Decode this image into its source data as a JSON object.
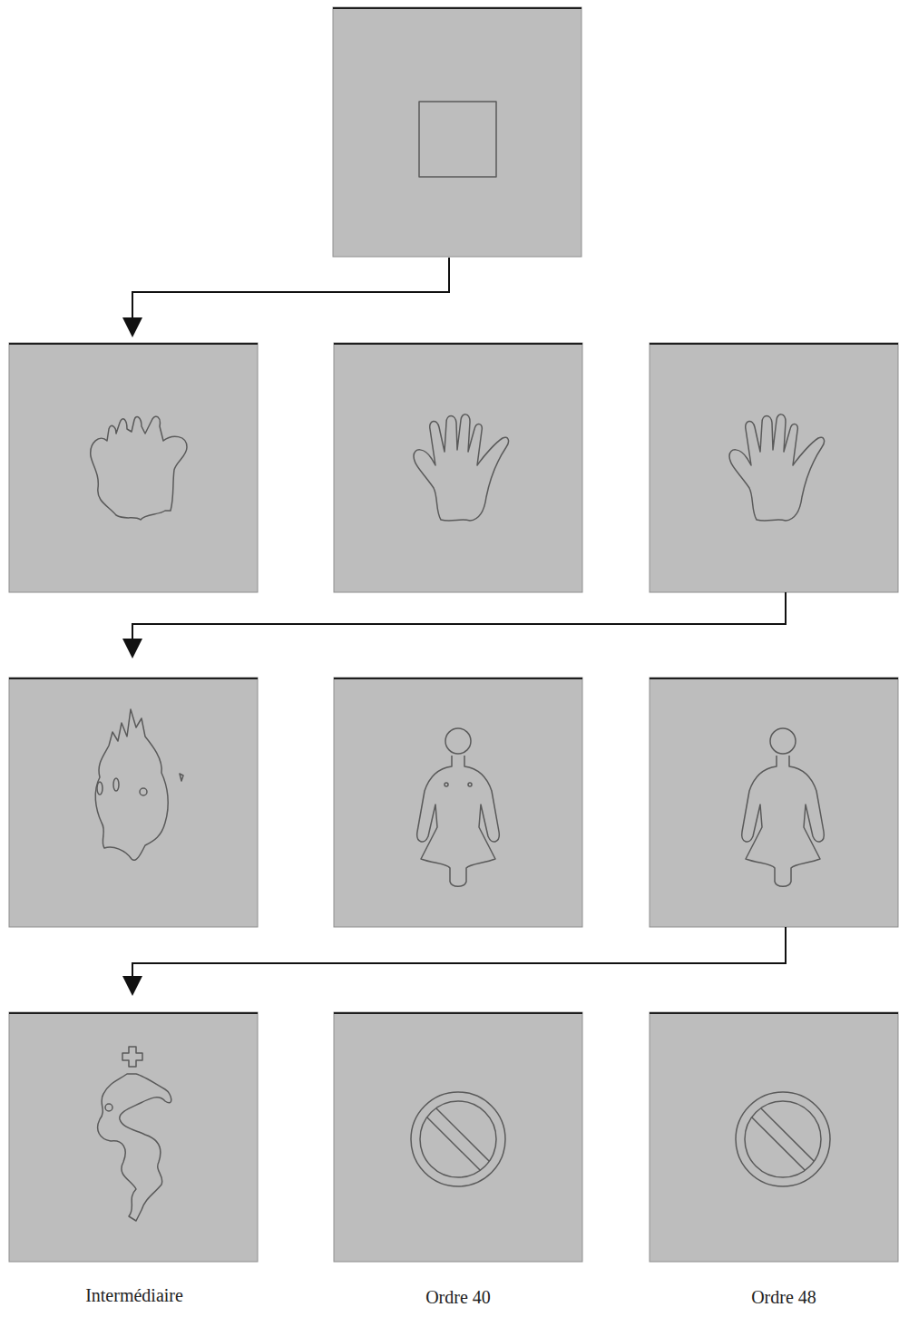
{
  "diagram": {
    "labels": [
      "Intermédiaire",
      "Ordre 40",
      "Ordre 48"
    ]
  }
}
